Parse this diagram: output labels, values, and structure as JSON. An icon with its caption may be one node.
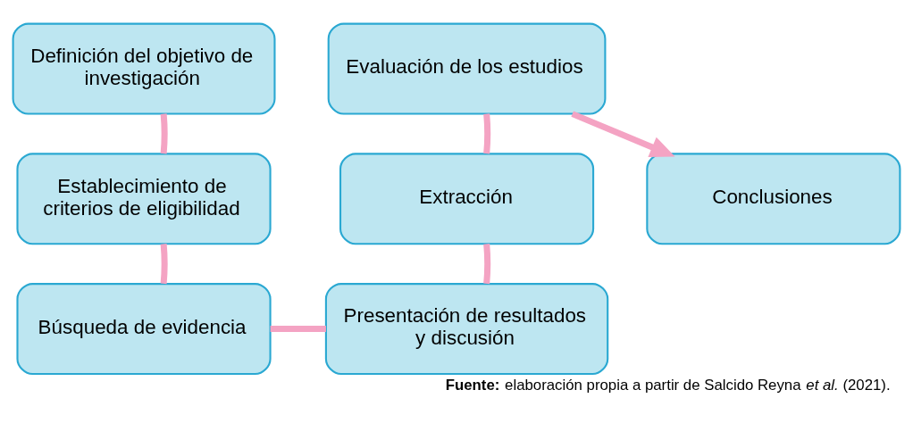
{
  "diagram": {
    "caption": "**Fuente:** elaboración propia a partir de Salcido Reyna *et al.* (2021).",
    "nodes": [
      {
        "text": [
          "Definición del objetivo de investigación"
        ]
      },
      {
        "text": [
          "Evaluación de los estudios"
        ]
      },
      {
        "text": [
          "Establecimiento de criterios de eligibilidad"
        ]
      },
      {
        "text": [
          "Extracción"
        ]
      },
      {
        "text": [
          "Conclusiones"
        ]
      },
      {
        "text": [
          "Búsqueda de evidencia"
        ]
      },
      {
        "text": [
          "Presentación de resultados y discusión"
        ]
      }
    ],
    "edges": [
      {
        "from": 0,
        "to": 2,
        "arrow": "none"
      },
      {
        "from": 2,
        "to": 5,
        "arrow": "none"
      },
      {
        "from": 5,
        "to": 6,
        "arrow": "none"
      },
      {
        "from": 6,
        "to": 3,
        "arrow": "none"
      },
      {
        "from": 3,
        "to": 1,
        "arrow": "none"
      },
      {
        "from": 1,
        "to": 4,
        "arrow": "to"
      }
    ]
  }
}
